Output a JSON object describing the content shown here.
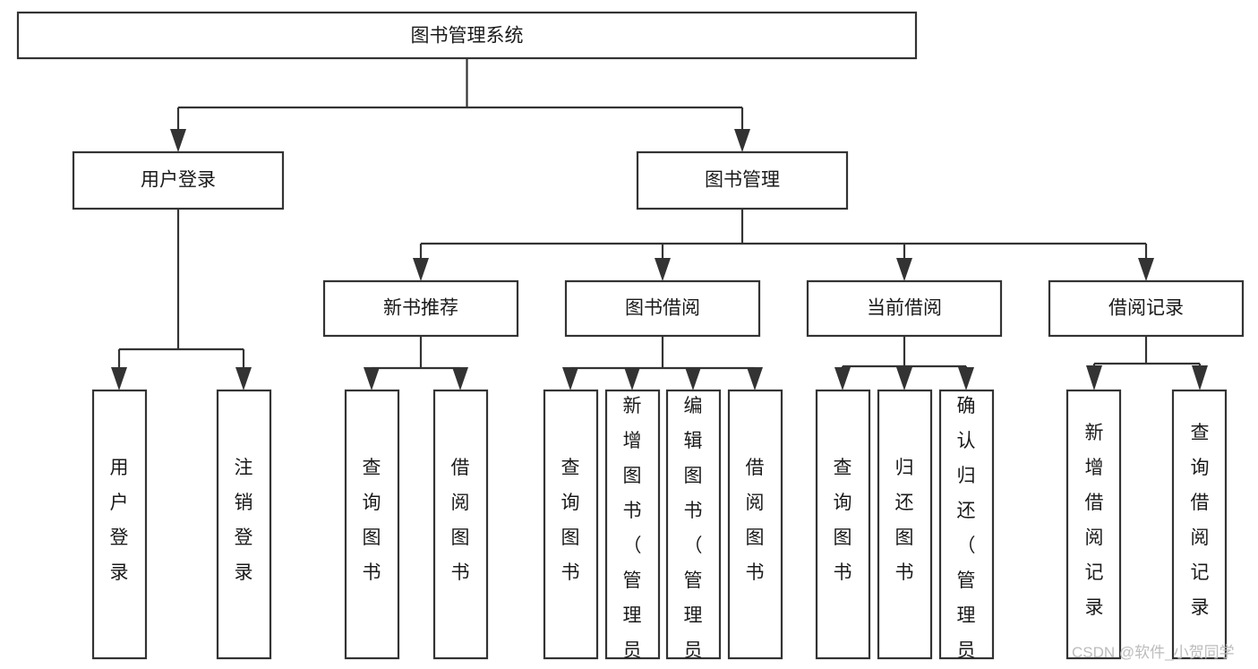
{
  "diagram": {
    "title": "图书管理系统",
    "type": "hierarchy-tree",
    "levels": {
      "root": {
        "label": "图书管理系统"
      },
      "level2": [
        {
          "id": "user-login",
          "label": "用户登录"
        },
        {
          "id": "book-management",
          "label": "图书管理"
        }
      ],
      "level3": [
        {
          "id": "new-book-recommend",
          "label": "新书推荐",
          "parent": "book-management"
        },
        {
          "id": "book-borrow",
          "label": "图书借阅",
          "parent": "book-management"
        },
        {
          "id": "current-borrow",
          "label": "当前借阅",
          "parent": "book-management"
        },
        {
          "id": "borrow-record",
          "label": "借阅记录",
          "parent": "book-management"
        }
      ],
      "leaves": [
        {
          "id": "leaf-user-login",
          "label": "用户登录",
          "parent": "user-login"
        },
        {
          "id": "leaf-logout-login",
          "label": "注销登录",
          "parent": "user-login"
        },
        {
          "id": "leaf-query-book-1",
          "label": "查询图书",
          "parent": "new-book-recommend"
        },
        {
          "id": "leaf-borrow-book-1",
          "label": "借阅图书",
          "parent": "new-book-recommend"
        },
        {
          "id": "leaf-query-book-2",
          "label": "查询图书",
          "parent": "book-borrow"
        },
        {
          "id": "leaf-add-book",
          "label": "新增图书（管理员）",
          "parent": "book-borrow"
        },
        {
          "id": "leaf-edit-book",
          "label": "编辑图书（管理员）",
          "parent": "book-borrow"
        },
        {
          "id": "leaf-borrow-book-2",
          "label": "借阅图书",
          "parent": "book-borrow"
        },
        {
          "id": "leaf-query-book-3",
          "label": "查询图书",
          "parent": "current-borrow"
        },
        {
          "id": "leaf-return-book",
          "label": "归还图书",
          "parent": "current-borrow"
        },
        {
          "id": "leaf-confirm-return",
          "label": "确认归还（管理员）",
          "parent": "current-borrow"
        },
        {
          "id": "leaf-add-record",
          "label": "新增借阅记录",
          "parent": "borrow-record"
        },
        {
          "id": "leaf-query-record",
          "label": "查询借阅记录",
          "parent": "borrow-record"
        }
      ]
    }
  },
  "watermark": {
    "text": "CSDN @软件_小贺同学"
  },
  "colors": {
    "stroke": "#333333",
    "box_fill": "#ffffff",
    "text": "#1a1a1a",
    "watermark": "#bcbcbc",
    "background": "#ffffff"
  }
}
